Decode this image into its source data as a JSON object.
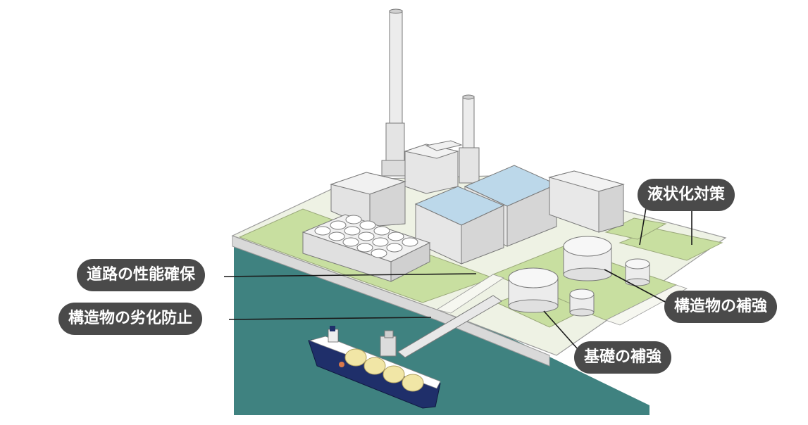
{
  "labels": {
    "road": "道路の性能確保",
    "deterioration": "構造物の劣化防止",
    "liquefaction": "液状化対策",
    "structure": "構造物の補強",
    "foundation": "基礎の補強"
  },
  "colors": {
    "sea": "#3f8280",
    "grass": "#c8dfa0",
    "pavement": "#eef2e4",
    "building": "#e3e3e3",
    "roof": "#bcd8ea",
    "label_bg": "#4a4a4a",
    "label_text": "#ffffff",
    "ship_hull": "#1f2f6a",
    "ship_tank": "#f1e6a6"
  }
}
